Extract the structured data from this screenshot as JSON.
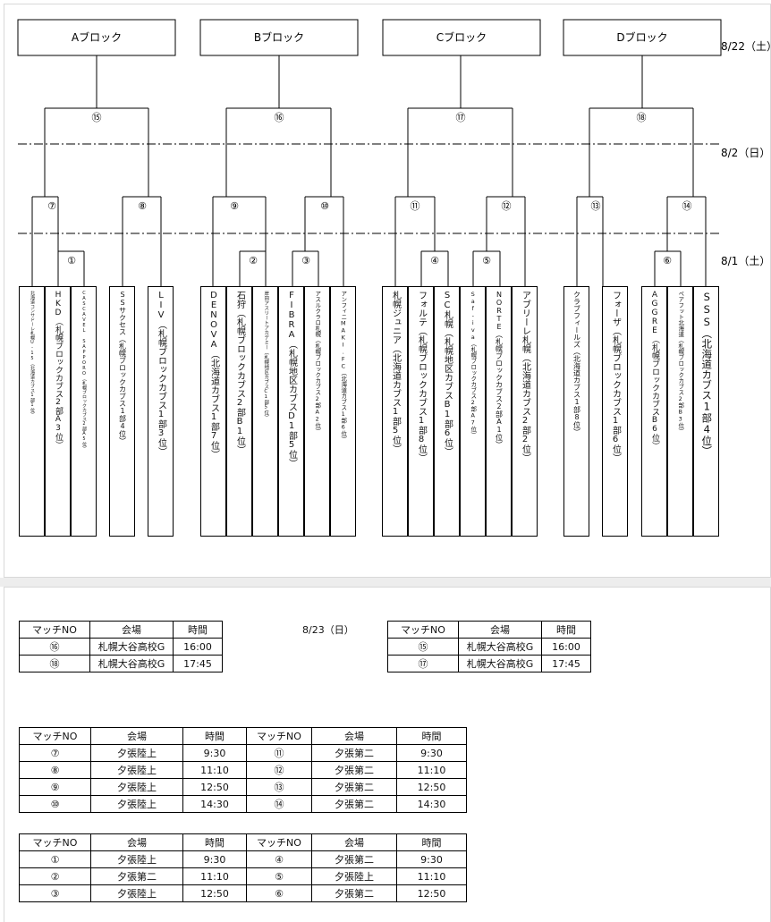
{
  "round_dates": {
    "r1": "8/22（土）",
    "r2": "8/2（日）",
    "r3": "8/1（土）"
  },
  "blocks": [
    {
      "name": "Aブロック",
      "final_no": "⑮",
      "semis": [
        "⑦",
        "⑧"
      ]
    },
    {
      "name": "Bブロック",
      "final_no": "⑯",
      "semis": [
        "⑨",
        "⑩"
      ]
    },
    {
      "name": "Cブロック",
      "final_no": "⑰",
      "semis": [
        "⑪",
        "⑫"
      ]
    },
    {
      "name": "Dブロック",
      "final_no": "⑱",
      "semis": [
        "⑬",
        "⑭"
      ]
    }
  ],
  "first_round_nos": [
    "①",
    "②",
    "③",
    "④",
    "⑤",
    "⑥"
  ],
  "teams": [
    {
      "id": "t1",
      "name": "北海道コンサドーレ札幌U-15（北海道カブス1部1位）"
    },
    {
      "id": "t2",
      "name": "HKD（札幌ブロックカブス2部A3位）"
    },
    {
      "id": "t3",
      "name": "CASCAVEL SAPPORO（札幌ブロックカブス2部A5位）"
    },
    {
      "id": "t4",
      "name": "SSサクセス（札幌ブロックカブス1部4位）"
    },
    {
      "id": "t5",
      "name": "LIV（札幌ブロックカブス1部3位）"
    },
    {
      "id": "t6",
      "name": "DENOVA（北海道カブス1部7位）"
    },
    {
      "id": "t7",
      "name": "石狩（札幌ブロックカブス2部B1位）"
    },
    {
      "id": "t8",
      "name": "岸田アスリートアカデミー（札幌地区カブスC1部5位）"
    },
    {
      "id": "t9",
      "name": "FIBRA（札幌地区カブスD1部5位）"
    },
    {
      "id": "t10",
      "name": "アスルクラロ札幌（札幌ブロックカブス2部A2位）"
    },
    {
      "id": "t11",
      "name": "アンフィニMAKI.FC（北海道カブス1部6位）"
    },
    {
      "id": "t12",
      "name": "札幌ジュニア（北海道カブス1部5位）"
    },
    {
      "id": "t13",
      "name": "フォルテ（札幌ブロックカブス1部8位）"
    },
    {
      "id": "t14",
      "name": "SC札幌（札幌地区カブスB1部6位）"
    },
    {
      "id": "t15",
      "name": "Saf-iva（札幌ブロックカブス2部A7位）"
    },
    {
      "id": "t16",
      "name": "NORTE（札幌ブロックカブス2部A1位）"
    },
    {
      "id": "t17",
      "name": "アブリーレ札幌（北海道カブス2部2位）"
    },
    {
      "id": "t18",
      "name": "クラブフィールズ（北海道カブス1部8位）"
    },
    {
      "id": "t19",
      "name": "フォーザ（札幌ブロックカブス1部6位）"
    },
    {
      "id": "t20",
      "name": "AGGRE（札幌ブロックカブスB6位）"
    },
    {
      "id": "t21",
      "name": "ペアフット北海道（札幌ブロックカブス2部B3位）"
    },
    {
      "id": "t22",
      "name": "SSS（北海道カブス1部4位）"
    }
  ],
  "schedule": {
    "date_label": "8/23（日）",
    "headers": [
      "マッチNO",
      "会場",
      "時間"
    ],
    "table1": [
      [
        "⑯",
        "札幌大谷高校G",
        "16:00"
      ],
      [
        "⑱",
        "札幌大谷高校G",
        "17:45"
      ]
    ],
    "table2": [
      [
        "⑮",
        "札幌大谷高校G",
        "16:00"
      ],
      [
        "⑰",
        "札幌大谷高校G",
        "17:45"
      ]
    ],
    "table3": [
      [
        "⑦",
        "夕張陸上",
        "9:30",
        "⑪",
        "夕張第二",
        "9:30"
      ],
      [
        "⑧",
        "夕張陸上",
        "11:10",
        "⑫",
        "夕張第二",
        "11:10"
      ],
      [
        "⑨",
        "夕張陸上",
        "12:50",
        "⑬",
        "夕張第二",
        "12:50"
      ],
      [
        "⑩",
        "夕張陸上",
        "14:30",
        "⑭",
        "夕張第二",
        "14:30"
      ]
    ],
    "table4": [
      [
        "①",
        "夕張陸上",
        "9:30",
        "④",
        "夕張第二",
        "9:30"
      ],
      [
        "②",
        "夕張第二",
        "11:10",
        "⑤",
        "夕張陸上",
        "11:10"
      ],
      [
        "③",
        "夕張陸上",
        "12:50",
        "⑥",
        "夕張第二",
        "12:50"
      ]
    ]
  }
}
